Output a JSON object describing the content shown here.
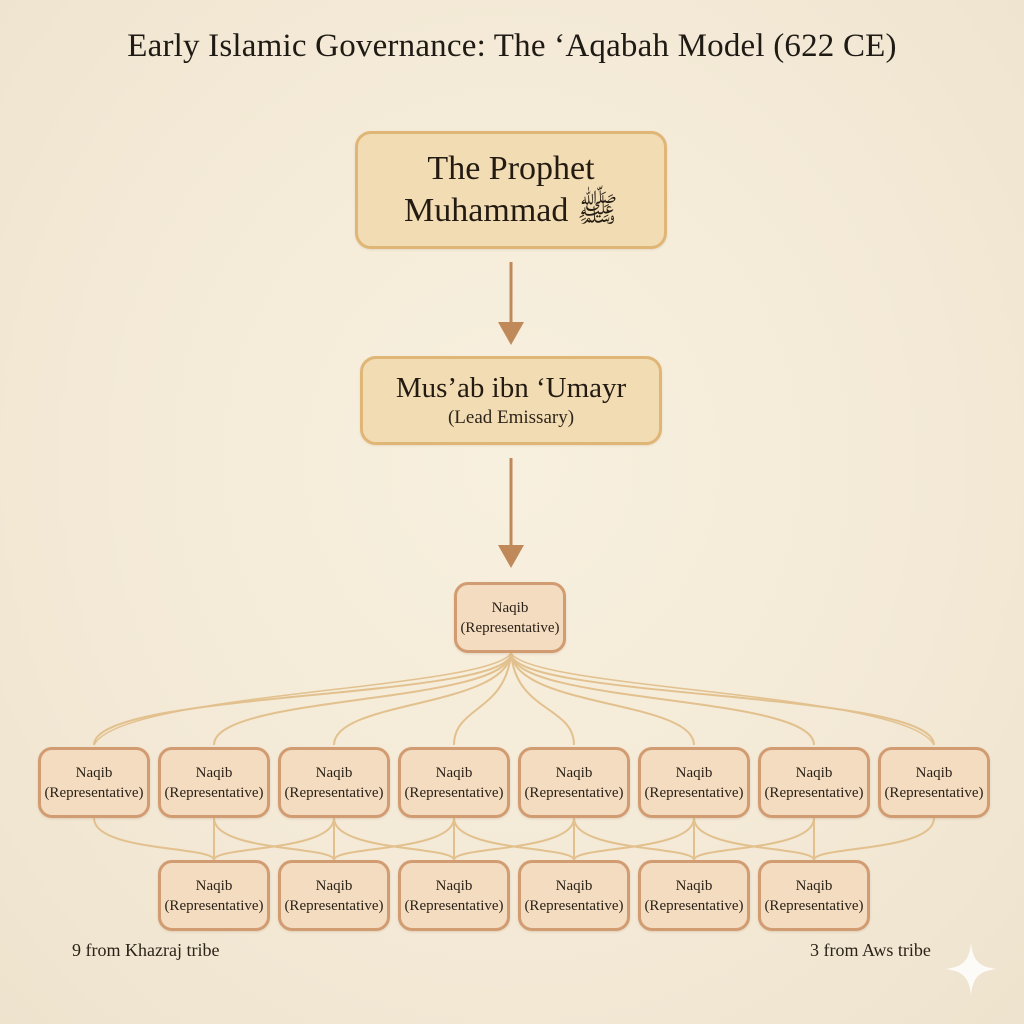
{
  "title": "Early Islamic Governance: The ‘Aqabah Model (622 CE)",
  "leader": {
    "line1": "The Prophet",
    "line2": "Muhammad ﷺ"
  },
  "emissary": {
    "name": "Mus’ab ibn ‘Umayr",
    "role": "(Lead Emissary)"
  },
  "naqib": {
    "name": "Naqib",
    "role": "(Representative)"
  },
  "notes": {
    "khazraj": "9 from Khazraj tribe",
    "aws": "3 from Aws tribe"
  },
  "colors": {
    "background": "#f3e9d6",
    "primary_box": "#f2dcb3",
    "primary_border": "#dfb676",
    "naqib_box": "#f4dcc0",
    "naqib_border": "#d29c72",
    "arrow": "#c0895a",
    "connector": "#e2c18e"
  },
  "icons": [
    "sparkle-icon"
  ]
}
